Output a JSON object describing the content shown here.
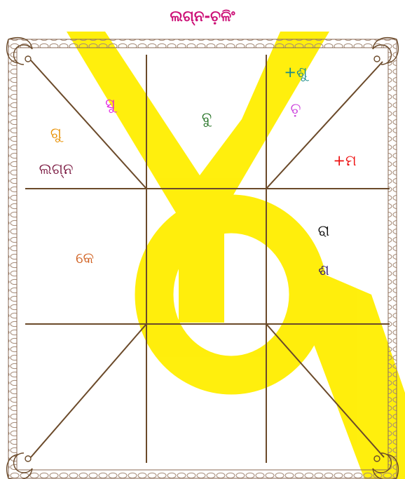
{
  "chart_title": "ଲଗ୍ନ-ଚ଼ଳିଂ",
  "watermark_text": "YOYO",
  "colors": {
    "title": "#cc1177",
    "grid_line": "#6b4a2a",
    "border": "#8a6a55",
    "watermark": "#ffee00"
  },
  "houses": [
    {
      "id": "top-left-upper",
      "planets": [
        {
          "label": "ସୁ",
          "color": "#e020e0"
        }
      ]
    },
    {
      "id": "top-left-lower",
      "planets": [
        {
          "label": "ଗୁ",
          "color": "#e89000"
        },
        {
          "label": "ଲଗ୍ନ",
          "color": "#7a1840"
        }
      ]
    },
    {
      "id": "top-center",
      "planets": [
        {
          "label": "ବୁ",
          "color": "#207020"
        }
      ]
    },
    {
      "id": "top-right-upper",
      "planets": [
        {
          "label": "+ଶୁ",
          "color": "#1a8a8a"
        },
        {
          "label": "ଚ଼",
          "color": "#cc44dd"
        }
      ]
    },
    {
      "id": "top-right-lower",
      "planets": [
        {
          "label": "+ମ",
          "color": "#ee1111"
        }
      ]
    },
    {
      "id": "middle-left",
      "planets": [
        {
          "label": "କେ",
          "color": "#d06020"
        }
      ]
    },
    {
      "id": "middle-right",
      "planets": [
        {
          "label": "ରା",
          "color": "#111111"
        },
        {
          "label": "ଶ",
          "color": "#301870"
        }
      ]
    },
    {
      "id": "bottom-left-upper",
      "planets": []
    },
    {
      "id": "bottom-left-lower",
      "planets": []
    },
    {
      "id": "bottom-center",
      "planets": []
    },
    {
      "id": "bottom-right-upper",
      "planets": []
    },
    {
      "id": "bottom-right-lower",
      "planets": []
    }
  ]
}
